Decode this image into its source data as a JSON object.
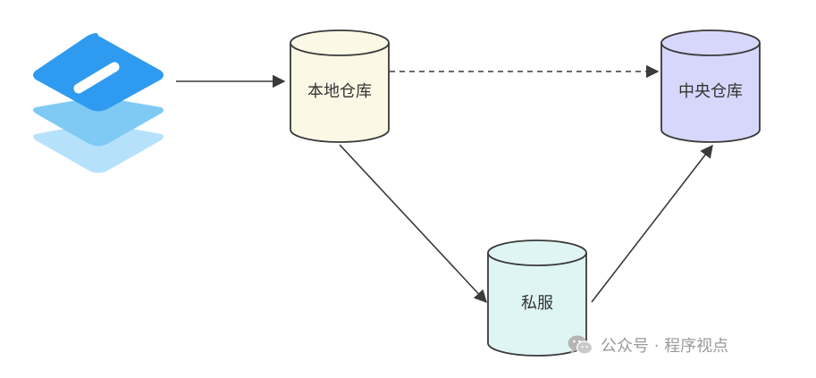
{
  "diagram": {
    "nodes": {
      "local_repo": {
        "label": "本地仓库",
        "fill": "#fbf8e6"
      },
      "central_repo": {
        "label": "中央仓库",
        "fill": "#d7d7fb"
      },
      "private_server": {
        "label": "私服",
        "fill": "#dff5f4"
      }
    },
    "edges": [
      {
        "from": "logo",
        "to": "local_repo",
        "style": "solid"
      },
      {
        "from": "local_repo",
        "to": "central_repo",
        "style": "dashed"
      },
      {
        "from": "local_repo",
        "to": "private_server",
        "style": "solid"
      },
      {
        "from": "private_server",
        "to": "central_repo",
        "style": "solid"
      }
    ],
    "colors": {
      "stroke": "#3a3a3a",
      "logo_top": "#2f9bf0",
      "logo_mid": "#7fcaf5",
      "logo_bottom": "#b6e1fb"
    }
  },
  "watermark": {
    "icon": "wechat-icon",
    "text": "公众号 · 程序视点"
  }
}
